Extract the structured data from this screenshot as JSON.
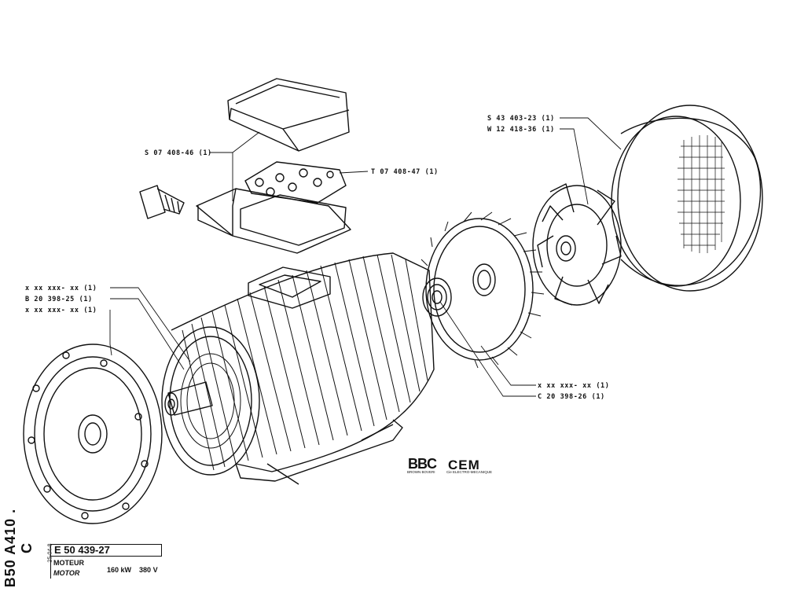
{
  "labels": {
    "terminal_cover": "S 07 408-46 (1)",
    "terminal_board": "T 07 408-47 (1)",
    "fan_cover_a": "S 43 403-23 (1)",
    "fan_cover_b": "W 12 418-36 (1)",
    "front_part_a": "x xx xxx- xx (1)",
    "front_bearing": "B 20 398-25 (1)",
    "front_endshield": "x xx xxx- xx (1)",
    "rear_part": "x xx xxx- xx (1)",
    "rear_bearing": "C 20 398-26 (1)"
  },
  "logos": {
    "bbc": "BBC",
    "bbc_sub": "BROWN BOVERI",
    "cem": "CEM",
    "cem_sub": "Cie ELECTRO-MECANIQUE"
  },
  "title_block": {
    "side_code": "B50 A410 . C",
    "date": "25-04-8",
    "reference": "E 50 439-27",
    "title_fr": "MOTEUR",
    "title_en": "MOTOR",
    "power": "160 kW",
    "voltage": "380 V"
  }
}
